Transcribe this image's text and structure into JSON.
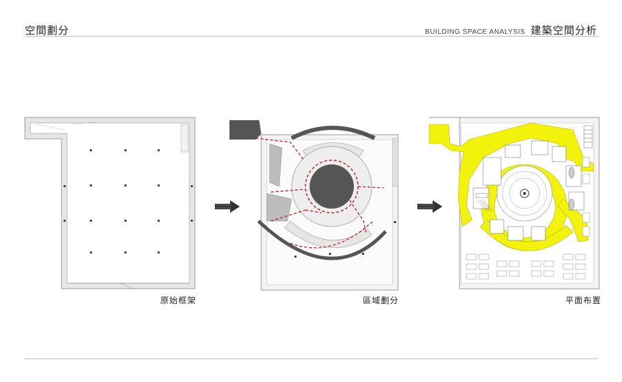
{
  "header": {
    "left_title": "空間劃分",
    "right_title_en": "BUILDING SPACE ANALYSIS",
    "right_title_cn": "建築空間分析"
  },
  "panels": [
    {
      "caption": "原始框架"
    },
    {
      "caption": "區域劃分"
    },
    {
      "caption": "平面布置"
    }
  ],
  "colors": {
    "highlight": "#f2f20a",
    "dash": "#c0161b",
    "dark_mass": "#555555",
    "wall": "#c8c8c8"
  },
  "icons": [
    "arrow-right-icon",
    "arrow-right-icon"
  ]
}
